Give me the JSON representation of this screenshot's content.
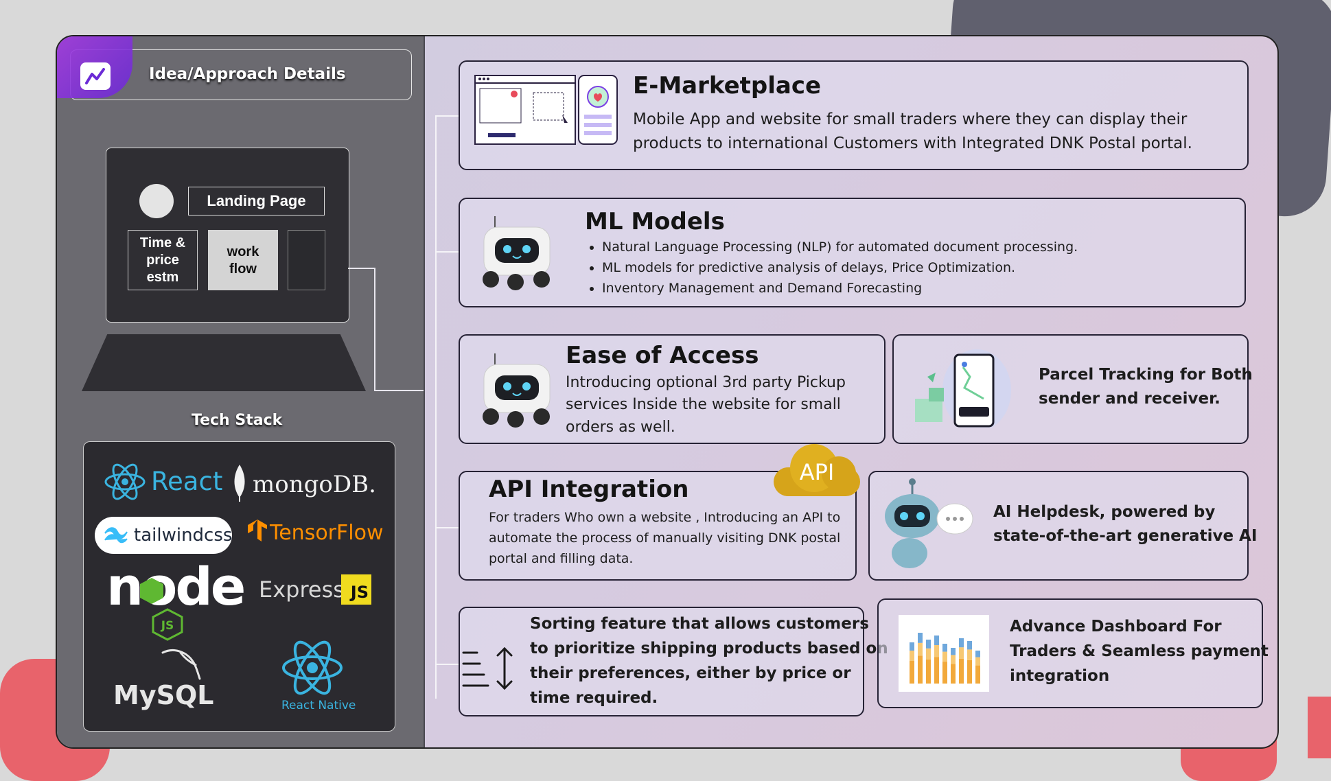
{
  "header": {
    "title": "Idea/Approach Details"
  },
  "wireframe": {
    "landing": "Landing Page",
    "time_price": [
      "Time &",
      "price",
      "estm"
    ],
    "workflow": [
      "work",
      "flow"
    ]
  },
  "tech_stack": {
    "title": "Tech Stack",
    "logos": {
      "react": "React",
      "mongodb": "mongoDB.",
      "tailwind": "tailwindcss",
      "tensorflow": "TensorFlow",
      "node": "node",
      "express": "Express",
      "js_badge": "JS",
      "mysql": "MySQL",
      "react_native": "React Native"
    }
  },
  "features": {
    "marketplace": {
      "title": "E-Marketplace",
      "lines": [
        "Mobile App and website for small traders where they can display their",
        "products to international Customers with Integrated DNK Postal portal."
      ]
    },
    "ml": {
      "title": "ML Models",
      "bullets": [
        "Natural Language Processing (NLP) for automated document processing.",
        "ML models for predictive analysis of delays, Price Optimization.",
        "Inventory Management and Demand Forecasting"
      ]
    },
    "access": {
      "title": "Ease of Access",
      "lines": [
        "Introducing optional 3rd party Pickup",
        "services Inside the website for small",
        "orders as well."
      ]
    },
    "tracking": {
      "lines": [
        "Parcel Tracking for Both",
        "sender and receiver."
      ]
    },
    "api": {
      "title": "API Integration",
      "badge": "API",
      "lines": [
        "For traders Who own a website , Introducing an API to",
        "automate the process of manually visiting DNK postal",
        "portal and filling data."
      ]
    },
    "helpdesk": {
      "lines": [
        "AI Helpdesk, powered by",
        "state-of-the-art generative AI"
      ]
    },
    "sorting": {
      "lines": [
        "Sorting feature that allows customers",
        "to prioritize shipping products based on",
        "their preferences, either by price or",
        "time required."
      ]
    },
    "dashboard": {
      "lines": [
        "Advance Dashboard For",
        "Traders & Seamless payment",
        "integration"
      ]
    }
  },
  "colors": {
    "accent_purple": "#7b3fe4",
    "panel_dark": "#2b2a2f",
    "api_gold": "#d6a41a"
  }
}
